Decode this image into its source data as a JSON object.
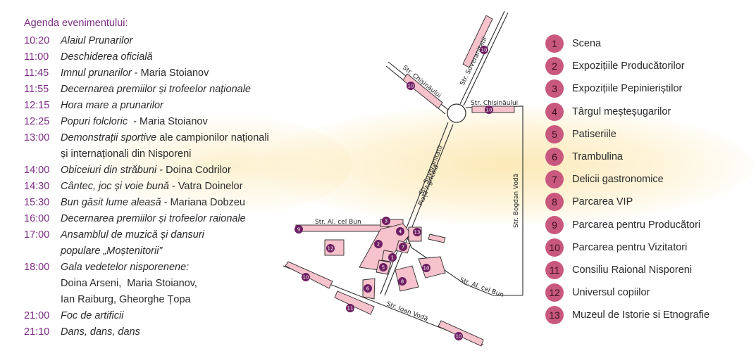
{
  "agenda": {
    "title": "Agenda evenimentului:",
    "items": [
      {
        "time": "10:20",
        "name": "Alaiul Prunarilor",
        "performer": ""
      },
      {
        "time": "11:00",
        "name": "Deschiderea oficială",
        "performer": ""
      },
      {
        "time": "11:45",
        "name": "Imnul prunarilor",
        "performer": " - Maria Stoianov"
      },
      {
        "time": "11:55",
        "name": "Decernarea premiilor și trofeelor naționale",
        "performer": ""
      },
      {
        "time": "12:15",
        "name": "Hora mare a prunarilor",
        "performer": ""
      },
      {
        "time": "12:25",
        "name": "Popuri folcloric",
        "performer": "  - Maria Stoianov"
      },
      {
        "time": "13:00",
        "name": "Demonstrații sportive",
        "performer": " ale campionilor naționali"
      },
      {
        "time": "",
        "name": "",
        "performer": "și internaționali din Nisporeni"
      },
      {
        "time": "14:00",
        "name": "Obiceiuri din străbuni",
        "performer": " - Doina Codrilor"
      },
      {
        "time": "14:30",
        "name": "Cântec, joc și voie bună",
        "performer": " - Vatra Doinelor"
      },
      {
        "time": "15:30",
        "name": "Bun găsit lume aleasă",
        "performer": " - Mariana Dobzeu"
      },
      {
        "time": "16:00",
        "name": "Decernarea premiilor și trofeelor raionale",
        "performer": ""
      },
      {
        "time": "17:00",
        "name": "Ansamblul de muzică și dansuri",
        "performer": ""
      },
      {
        "time": "",
        "name": "populare „Moștenitorii”",
        "performer": ""
      },
      {
        "time": "18:00",
        "name": "Gala vedetelor nisporenene:",
        "performer": ""
      },
      {
        "time": "",
        "name": "",
        "performer": "Doina Arseni,  Maria Stoianov,"
      },
      {
        "time": "",
        "name": "",
        "performer": "Ian Raiburg, Gheorghe Țopa"
      },
      {
        "time": "21:00",
        "name": "Foc de artificii",
        "performer": ""
      },
      {
        "time": "21:10",
        "name": "Dans, dans, dans",
        "performer": ""
      }
    ]
  },
  "legend": [
    {
      "num": "1",
      "label": "Scena"
    },
    {
      "num": "2",
      "label": "Expozițiile Producătorilor"
    },
    {
      "num": "3",
      "label": "Expozițiile Pepinieriștilor"
    },
    {
      "num": "4",
      "label": "Târgul meșteșugarilor"
    },
    {
      "num": "5",
      "label": "Patiseriile"
    },
    {
      "num": "6",
      "label": "Trambulina"
    },
    {
      "num": "7",
      "label": "Delicii gastronomice"
    },
    {
      "num": "8",
      "label": "Parcarea VIP"
    },
    {
      "num": "9",
      "label": "Parcarea pentru Producători"
    },
    {
      "num": "10",
      "label": "Parcarea pentru Vizitatori"
    },
    {
      "num": "11",
      "label": "Consiliu Raional Nisporeni"
    },
    {
      "num": "12",
      "label": "Universul copiilor"
    },
    {
      "num": "13",
      "label": "Muzeul de Istorie si Etnografie"
    }
  ],
  "map": {
    "streets": {
      "suveranitatii_top": "Str. Suveranitatii",
      "chisinaului_left": "Str. Chișinăului",
      "chisinaului_right": "Str. Chișinăului",
      "suveranitatii_mid": "Str. Suveranitatii",
      "piata_agricola": "Piața Agricola",
      "bogdan_voda": "Str. Bogdan Vodă",
      "cel_bun_left": "Str. Al. cel Bun",
      "cel_bun_right": "Str. Al. cel Bun",
      "ioan_voda": "Str. Ioan Vodă"
    },
    "markers": {
      "m10a": "10",
      "m10b": "10",
      "m10c": "10",
      "m10d": "10",
      "m10e": "10",
      "m10f": "10",
      "m9": "9",
      "m3": "3",
      "m4": "4",
      "m13": "13",
      "m12": "12",
      "m2": "2",
      "m7": "7",
      "m1": "1",
      "m5": "5",
      "m8": "8",
      "m6": "6",
      "m11": "11"
    },
    "colors": {
      "plot": "#f6c2cc",
      "marker": "#6e1e63",
      "accent": "#7b2d82"
    }
  }
}
